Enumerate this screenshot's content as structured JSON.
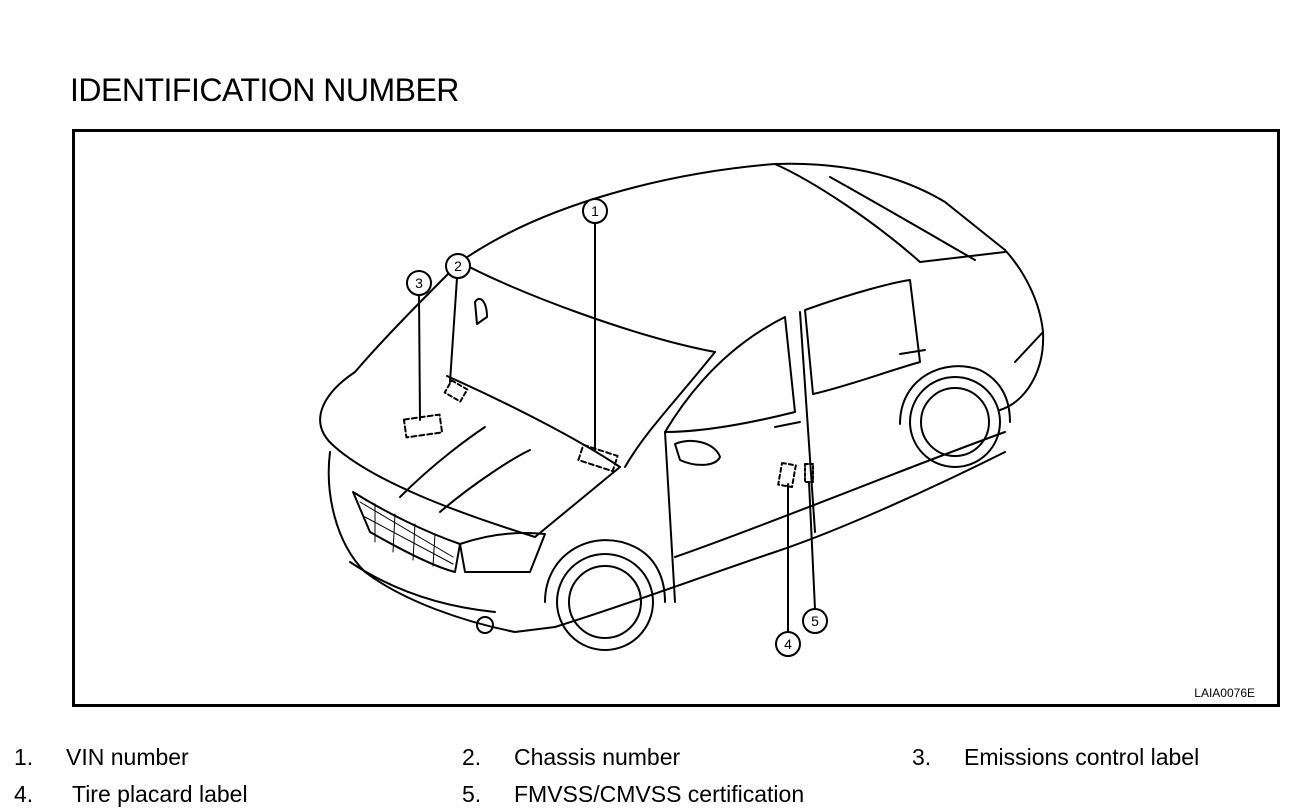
{
  "page": {
    "title": "IDENTIFICATION NUMBER",
    "figure_code": "LAIA0076E"
  },
  "callouts": [
    "1",
    "2",
    "3",
    "4",
    "5"
  ],
  "legend": [
    {
      "number": "1.",
      "label": "VIN number"
    },
    {
      "number": "2.",
      "label": "Chassis number"
    },
    {
      "number": "3.",
      "label": "Emissions control label"
    },
    {
      "number": "4.",
      "label": "Tire placard label"
    },
    {
      "number": "5.",
      "label": "FMVSS/CMVSS certification"
    }
  ]
}
